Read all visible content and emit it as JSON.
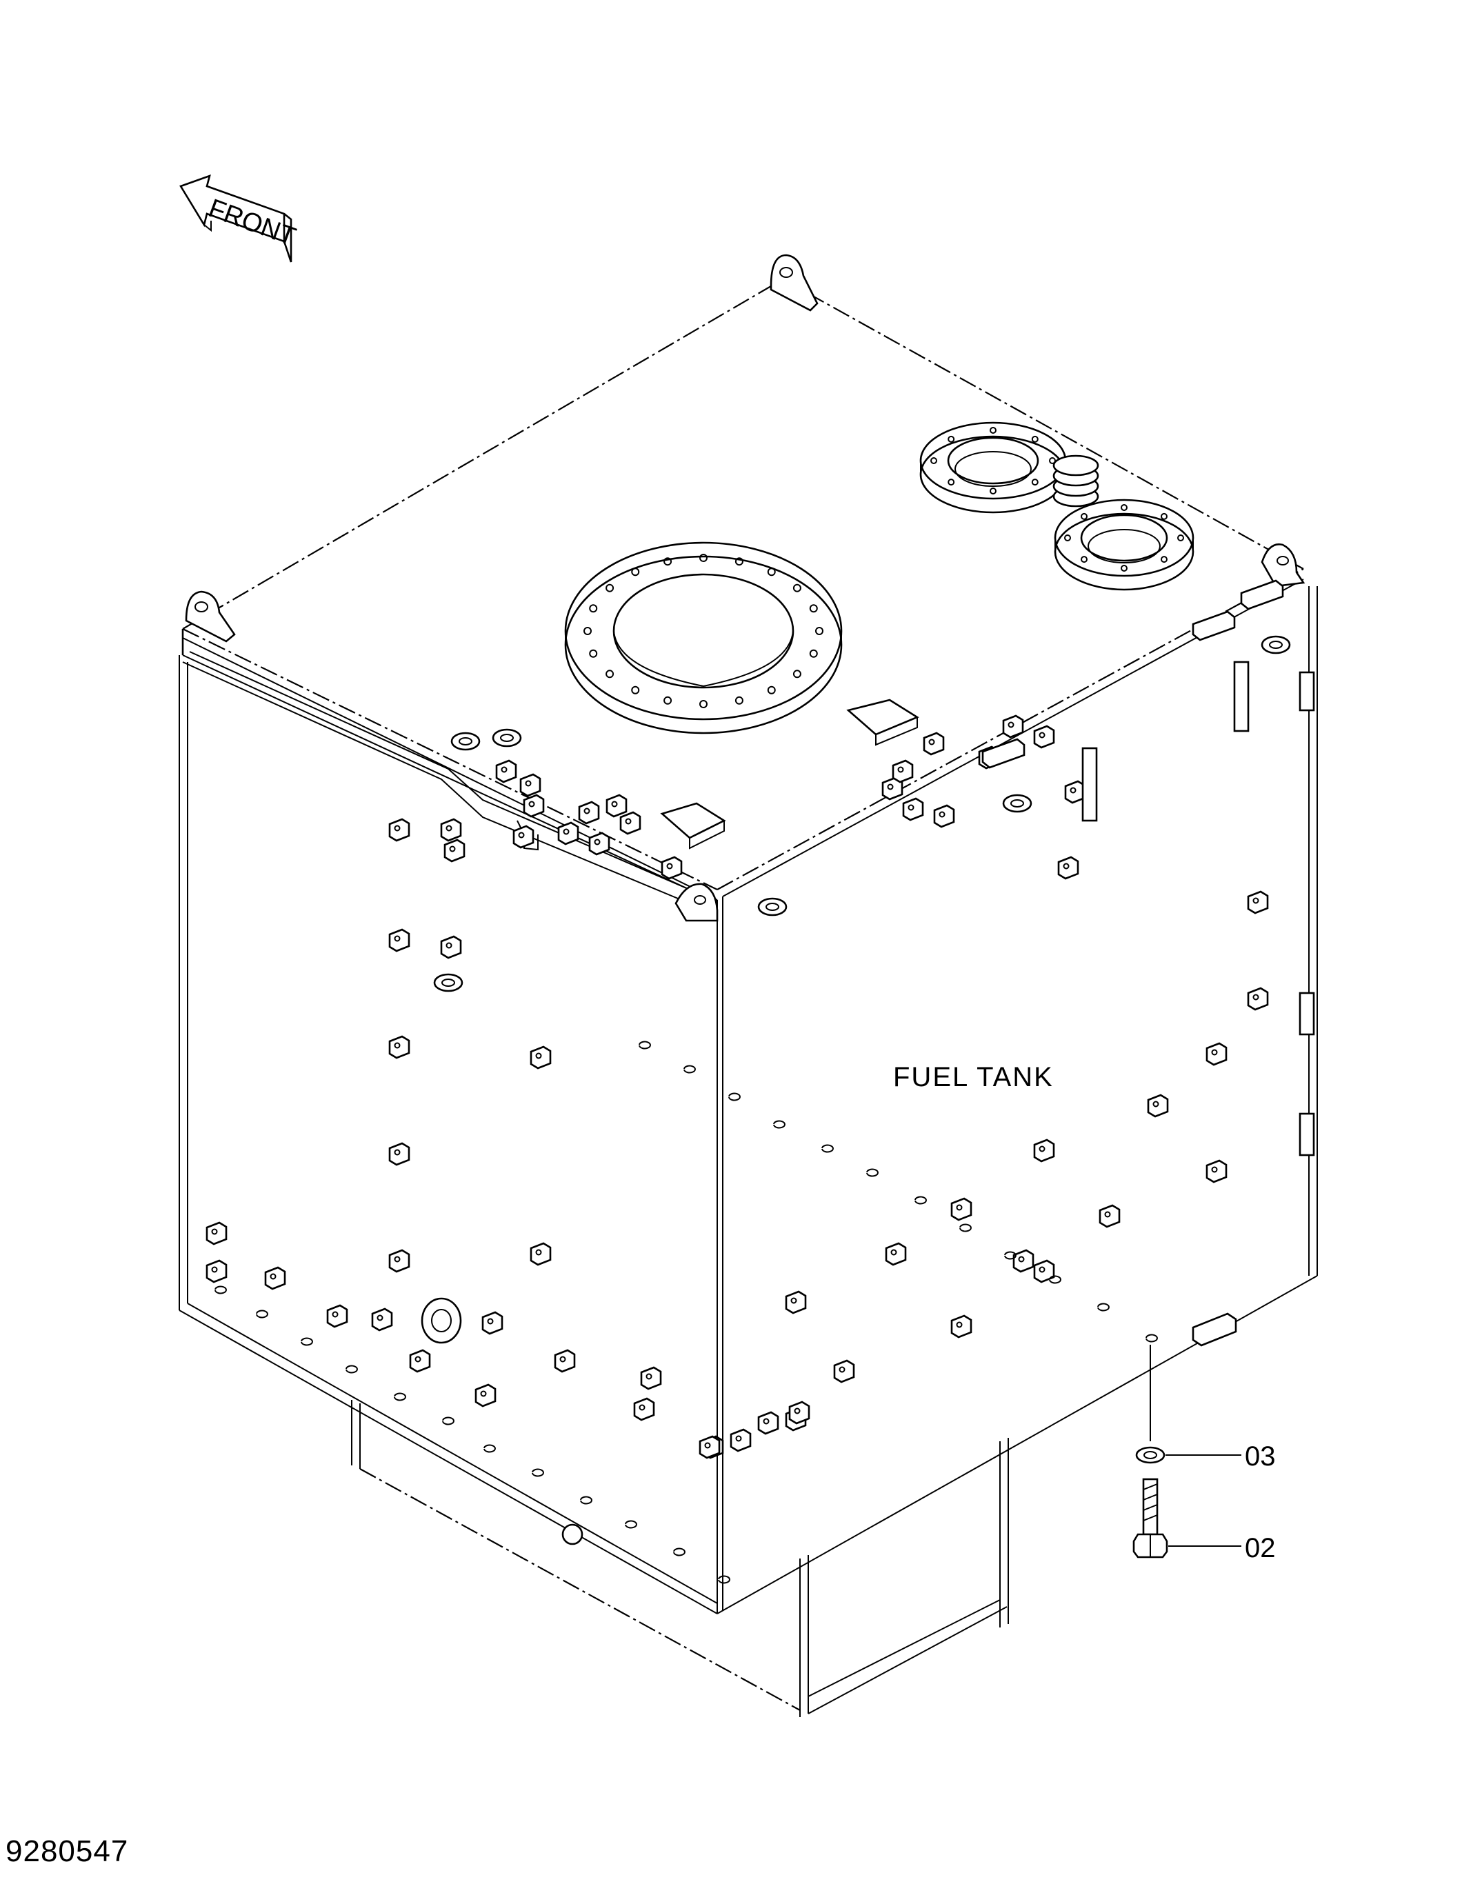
{
  "diagram": {
    "front_label": "FRONT",
    "tank_label": "FUEL TANK",
    "callouts": [
      {
        "id": "washer",
        "label": "03"
      },
      {
        "id": "bolt",
        "label": "02"
      }
    ],
    "drawing_number": "9280547"
  }
}
